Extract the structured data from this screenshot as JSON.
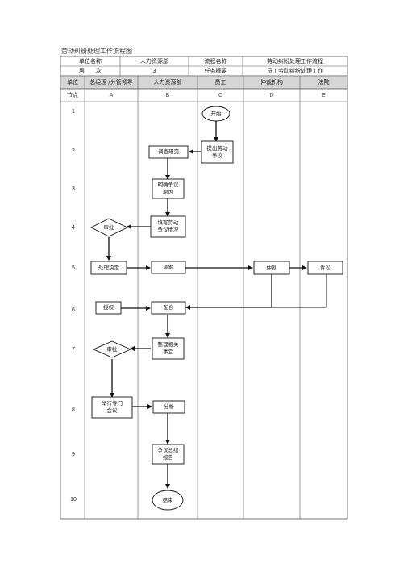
{
  "doc_title": "劳动纠纷处理工作流程图",
  "info": {
    "unit_label": "单位名称",
    "unit_value": "人力资源部",
    "process_label": "流程名称",
    "process_value": "劳动纠纷处理工作流程",
    "level_label": "层　　次",
    "level_value": "3",
    "task_label": "任务概要",
    "task_value": "员工劳动纠纷处理工作"
  },
  "header": {
    "unit": "单位",
    "columns": [
      "总经理 /分管领导",
      "人力资源部",
      "员工",
      "仲裁机构",
      "法院"
    ],
    "node": "节点",
    "letters": [
      "A",
      "B",
      "C",
      "D",
      "E"
    ]
  },
  "rows": [
    "1",
    "2",
    "3",
    "4",
    "5",
    "6",
    "7",
    "8",
    "9",
    "10"
  ],
  "steps": {
    "start": "开始",
    "raise_dispute": "提出劳动\n争议",
    "investigate": "调查研究",
    "clarify_cause": "明确争议\n原因",
    "fill_form": "填写劳动\n争议情况",
    "approve_1": "审批",
    "handling_decision": "处理决定",
    "mediation": "调解",
    "arbitration": "仲裁",
    "litigation": "诉讼",
    "authorize": "授权",
    "cooperate": "配合",
    "organize_matters": "整理相关\n事宜",
    "approve_2": "审批",
    "special_meeting": "举行专门\n会议",
    "analyze": "分析",
    "summary_report": "争议总结\n报告",
    "end": "结束"
  }
}
